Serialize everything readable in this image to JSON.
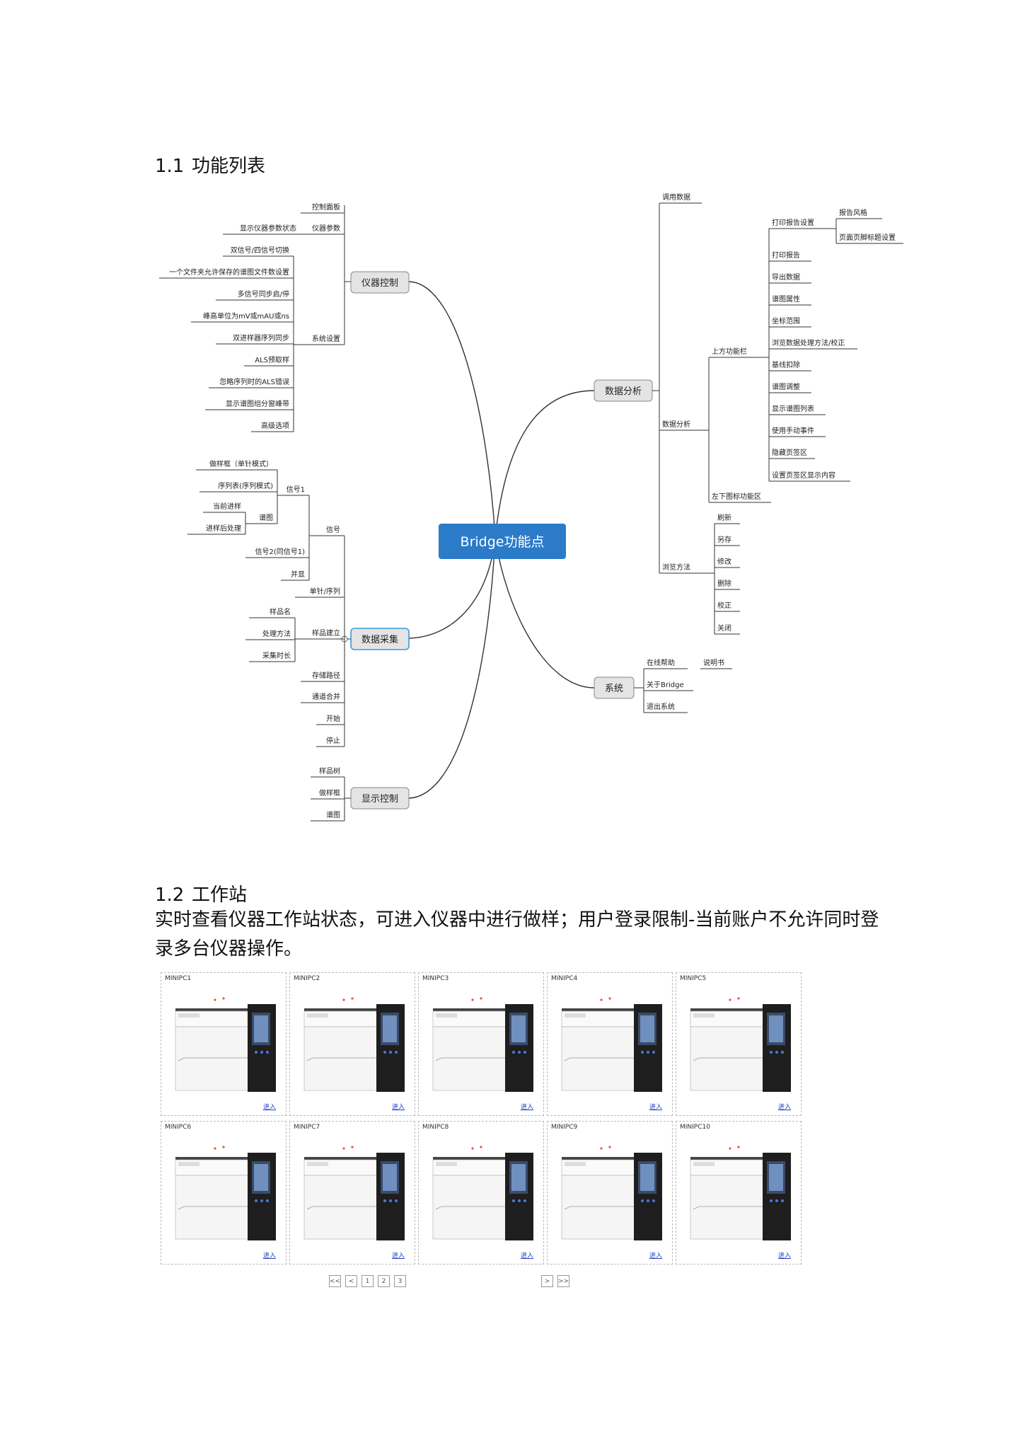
{
  "section1": {
    "number": "1.1",
    "title": "功能列表"
  },
  "section2": {
    "number": "1.2",
    "title": "工作站",
    "description": "实时查看仪器工作站状态，可进入仪器中进行做样；用户登录限制-当前账户不允许同时登录多台仪器操作。"
  },
  "mindmap": {
    "center": "Bridge功能点",
    "yiqi": {
      "label": "仪器控制",
      "children": [
        "控制面板",
        "仪器参数",
        "系统设置"
      ],
      "yiqi_params": [
        "显示仪器参数状态"
      ],
      "system_settings": [
        "双信号/四信号切换",
        "一个文件夹允许保存的谱图文件数设置",
        "多信号同步启/停",
        "峰高单位为mV或mAU或ns",
        "双进样器序列同步",
        "ALS预取样",
        "忽略序列时的ALS错误",
        "显示谱图组分窗峰带",
        "高级选项"
      ]
    },
    "caiji": {
      "label": "数据采集",
      "children": [
        "信号",
        "单针/序列",
        "样品建立",
        "存储路径",
        "通道合并",
        "开始",
        "停止"
      ],
      "signal": [
        "信号1",
        "信号2(同信号1)",
        "并显"
      ],
      "signal1": [
        "做样框（单针模式）",
        "序列表(序列模式)",
        "谱图"
      ],
      "pufig": [
        "当前进样",
        "进样后处理"
      ],
      "sample": [
        "样品名",
        "处理方法",
        "采集时长"
      ]
    },
    "xianshi": {
      "label": "显示控制",
      "children": [
        "样品树",
        "做样框",
        "谱图"
      ]
    },
    "fenxi": {
      "label": "数据分析",
      "children": [
        "调用数据",
        "数据分析",
        "浏览方法"
      ],
      "analysis": [
        "上方功能栏",
        "左下图标功能区"
      ],
      "toolbar": [
        "打印报告设置",
        "打印报告",
        "导出数据",
        "谱图属性",
        "坐标范围",
        "浏览数据处理方法/校正",
        "基线扣除",
        "谱图调整",
        "显示谱图列表",
        "使用手动事件",
        "隐藏页签区",
        "设置页签区显示内容"
      ],
      "print_settings": [
        "报告风格",
        "页面页脚标题设置"
      ],
      "browse": [
        "刷新",
        "另存",
        "修改",
        "删除",
        "校正",
        "关闭"
      ]
    },
    "xitong": {
      "label": "系统",
      "children": [
        "在线帮助",
        "关于Bridge",
        "退出系统"
      ],
      "help": [
        "说明书"
      ]
    }
  },
  "workstations": [
    {
      "name": "MINIPC1",
      "enter": "进入"
    },
    {
      "name": "MINIPC2",
      "enter": "进入"
    },
    {
      "name": "MINIPC3",
      "enter": "进入"
    },
    {
      "name": "MINIPC4",
      "enter": "进入"
    },
    {
      "name": "MINIPC5",
      "enter": "进入"
    },
    {
      "name": "MINIPC6",
      "enter": "进入"
    },
    {
      "name": "MINIPC7",
      "enter": "进入"
    },
    {
      "name": "MINIPC8",
      "enter": "进入"
    },
    {
      "name": "MINIPC9",
      "enter": "进入"
    },
    {
      "name": "MINIPC10",
      "enter": "进入"
    }
  ],
  "pager": {
    "first": "<<",
    "prev": "<",
    "pages": [
      "1",
      "2",
      "3"
    ],
    "next": ">",
    "last": ">>"
  },
  "colors": {
    "center_fill": "#2b7bc9",
    "node_fill": "#e4e4e4",
    "node_stroke": "#888888",
    "line": "#333333",
    "link": "#1f3fbf"
  }
}
